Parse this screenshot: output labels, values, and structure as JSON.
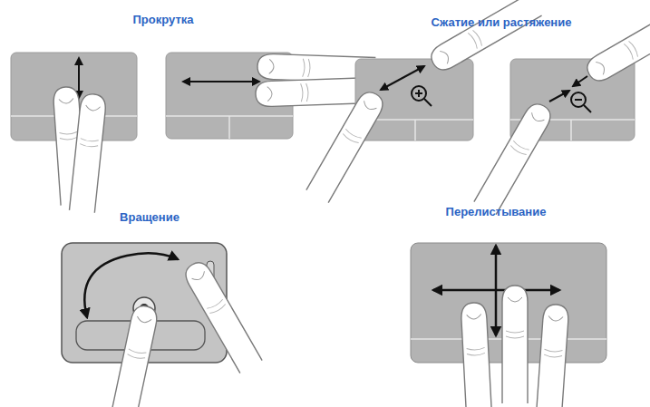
{
  "diagram": {
    "labels": [
      "Прокрутка",
      "Сжатие или растяжение",
      "Вращение",
      "Перелистывание"
    ]
  }
}
